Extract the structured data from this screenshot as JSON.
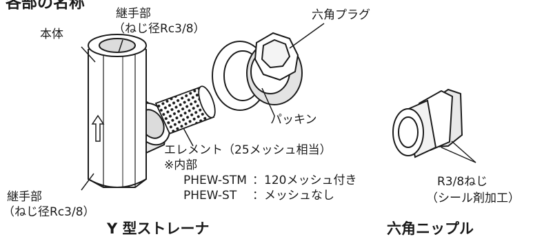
{
  "header": {
    "text": "各部の名称"
  },
  "labels": {
    "body": "本体",
    "joint_top": "継手部",
    "joint_top_sub": "（ねじ径Rc3/8）",
    "hex_plug": "六角プラグ",
    "packing": "パッキン",
    "element": "エレメント（25メッシュ相当）",
    "internal": "※内部",
    "stm_model": "PHEW-STM",
    "stm_desc": "：120メッシュ付き",
    "st_model": "PHEW-ST",
    "st_desc": "：メッシュなし",
    "joint_bottom": "継手部",
    "joint_bottom_sub": "（ねじ径Rc3/8）",
    "thread": "R3/8ねじ",
    "thread_sub": "（シール剤加工）"
  },
  "captions": {
    "strainer": "Y 型ストレーナ",
    "nipple": "六角ニップル"
  },
  "colors": {
    "line": "#1a1a1a",
    "fill": "#ffffff",
    "shade": "#d9d9d9",
    "dark": "#8a8a8a"
  }
}
